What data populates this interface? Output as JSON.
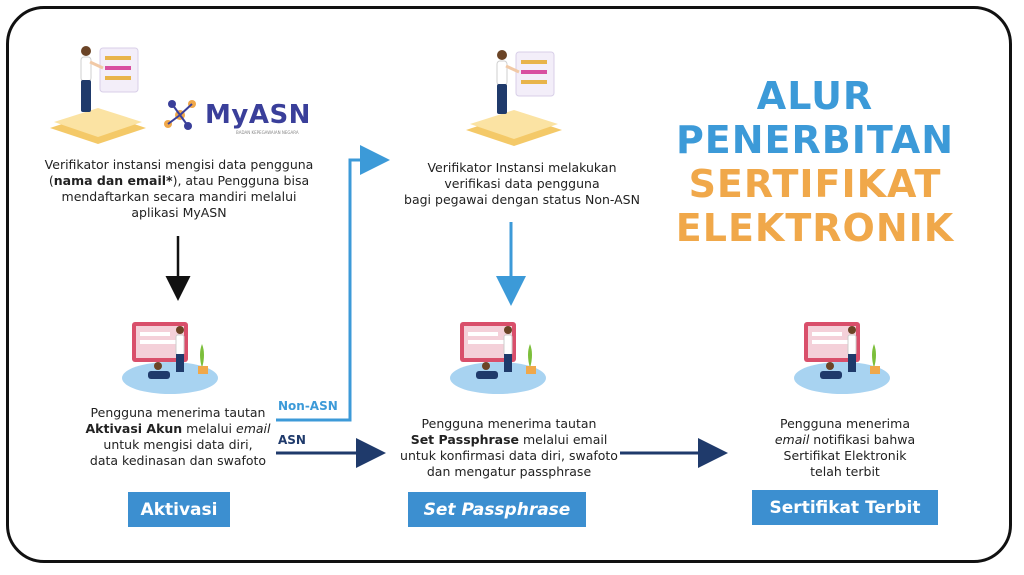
{
  "title": {
    "line1": "ALUR",
    "line2": "PENERBITAN",
    "line3": "SERTIFIKAT",
    "line4": "ELEKTRONIK"
  },
  "colors": {
    "blue": "#3c9ad8",
    "orange": "#f0a84a",
    "navy": "#1f3a6b",
    "box_blue": "#3c8fd0"
  },
  "logo": {
    "name": "MyASN",
    "tagline": "BADAN KEPEGAWAIAN NEGARA"
  },
  "steps": {
    "step1": {
      "line1_pre": "Verifikator instansi mengisi data pengguna",
      "bold_open": "(",
      "bold_text": "nama dan email*",
      "line2_post": "), atau Pengguna bisa",
      "line3": "mendaftarkan secara mandiri melalui",
      "line4": "aplikasi MyASN"
    },
    "step2": {
      "line1": "Pengguna menerima tautan",
      "bold": "Aktivasi Akun",
      "line2_post": " melalui ",
      "line2_ital": "email",
      "line3": "untuk mengisi data diri,",
      "line4": "data kedinasan dan swafoto"
    },
    "step3": {
      "line1": "Verifikator Instansi melakukan",
      "line2": "verifikasi data pengguna",
      "line3": "bagi pegawai dengan status Non-ASN"
    },
    "step4": {
      "line1": "Pengguna menerima tautan",
      "bold": "Set Passphrase",
      "line2_post": " melalui email",
      "line3": "untuk konfirmasi data diri, swafoto",
      "line4": "dan mengatur passphrase"
    },
    "step5": {
      "line1": "Pengguna menerima",
      "line2_ital": "email",
      "line2_post": " notifikasi bahwa",
      "line3": "Sertifikat Elektronik",
      "line4": "telah terbit"
    }
  },
  "edge_labels": {
    "non_asn": "Non-ASN",
    "asn": "ASN"
  },
  "stages": {
    "aktivasi": "Aktivasi",
    "set_passphrase": "Set Passphrase",
    "sertifikat_terbit": "Sertifikat Terbit"
  }
}
